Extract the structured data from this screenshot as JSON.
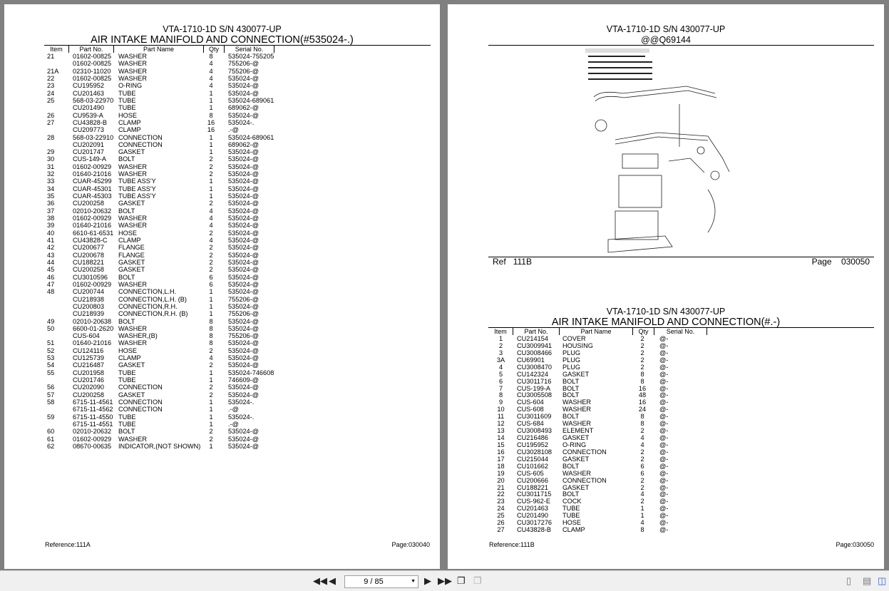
{
  "left_page": {
    "title": "VTA-1710-1D S/N 430077-UP",
    "subtitle": "AIR INTAKE MANIFOLD AND CONNECTION(#535024-.)",
    "columns": [
      "Item",
      "Part No.",
      "Part Name",
      "Qty",
      "Serial No."
    ],
    "rows": [
      [
        "21",
        "01602-00825",
        "WASHER",
        "8",
        "535024-755205"
      ],
      [
        "",
        "01602-00825",
        "WASHER",
        "4",
        "755206-@"
      ],
      [
        "21A",
        "02310-11020",
        "WASHER",
        "4",
        "755206-@"
      ],
      [
        "22",
        "01602-00825",
        "WASHER",
        "4",
        "535024-@"
      ],
      [
        "23",
        "CU195952",
        "O-RING",
        "4",
        "535024-@"
      ],
      [
        "24",
        "CU201463",
        "TUBE",
        "1",
        "535024-@"
      ],
      [
        "25",
        "568-03-22970",
        "TUBE",
        "1",
        "535024-689061"
      ],
      [
        "",
        "CU201490",
        "TUBE",
        "1",
        "689062-@"
      ],
      [
        "26",
        "CU9539-A",
        "HOSE",
        "8",
        "535024-@"
      ],
      [
        "27",
        "CU43828-B",
        "CLAMP",
        "16",
        "535024-."
      ],
      [
        "",
        "CU209773",
        "CLAMP",
        "16",
        ".-@"
      ],
      [
        "28",
        "568-03-22910",
        "CONNECTION",
        "1",
        "535024-689061"
      ],
      [
        "",
        "CU202091",
        "CONNECTION",
        "1",
        "689062-@"
      ],
      [
        "29",
        "CU201747",
        "GASKET",
        "1",
        "535024-@"
      ],
      [
        "30",
        "CUS-149-A",
        "BOLT",
        "2",
        "535024-@"
      ],
      [
        "31",
        "01602-00929",
        "WASHER",
        "2",
        "535024-@"
      ],
      [
        "32",
        "01640-21016",
        "WASHER",
        "2",
        "535024-@"
      ],
      [
        "33",
        "CUAR-45299",
        "TUBE ASS'Y",
        "1",
        "535024-@"
      ],
      [
        "34",
        "CUAR-45301",
        "TUBE ASS'Y",
        "1",
        "535024-@"
      ],
      [
        "35",
        "CUAR-45303",
        "TUBE ASS'Y",
        "1",
        "535024-@"
      ],
      [
        "36",
        "CU200258",
        "GASKET",
        "2",
        "535024-@"
      ],
      [
        "37",
        "02010-20632",
        "BOLT",
        "4",
        "535024-@"
      ],
      [
        "38",
        "01602-00929",
        "WASHER",
        "4",
        "535024-@"
      ],
      [
        "39",
        "01640-21016",
        "WASHER",
        "4",
        "535024-@"
      ],
      [
        "40",
        "6610-61-6531",
        "HOSE",
        "2",
        "535024-@"
      ],
      [
        "41",
        "CU43828-C",
        "CLAMP",
        "4",
        "535024-@"
      ],
      [
        "42",
        "CU200677",
        "FLANGE",
        "2",
        "535024-@"
      ],
      [
        "43",
        "CU200678",
        "FLANGE",
        "2",
        "535024-@"
      ],
      [
        "44",
        "CU188221",
        "GASKET",
        "2",
        "535024-@"
      ],
      [
        "45",
        "CU200258",
        "GASKET",
        "2",
        "535024-@"
      ],
      [
        "46",
        "CU3010596",
        "BOLT",
        "6",
        "535024-@"
      ],
      [
        "47",
        "01602-00929",
        "WASHER",
        "6",
        "535024-@"
      ],
      [
        "48",
        "CU200744",
        "CONNECTION,L.H.",
        "1",
        "535024-@"
      ],
      [
        "",
        "CU218938",
        "CONNECTION,L.H. (B)",
        "1",
        "755206-@"
      ],
      [
        "",
        "CU200803",
        "CONNECTION,R.H.",
        "1",
        "535024-@"
      ],
      [
        "",
        "CU218939",
        "CONNECTION,R.H. (B)",
        "1",
        "755206-@"
      ],
      [
        "49",
        "02010-20638",
        "BOLT",
        "8",
        "535024-@"
      ],
      [
        "50",
        "6600-01-2620",
        "WASHER",
        "8",
        "535024-@"
      ],
      [
        "",
        "CUS-604",
        "WASHER,(B)",
        "8",
        "755206-@"
      ],
      [
        "51",
        "01640-21016",
        "WASHER",
        "8",
        "535024-@"
      ],
      [
        "52",
        "CU124116",
        "HOSE",
        "2",
        "535024-@"
      ],
      [
        "53",
        "CU125739",
        "CLAMP",
        "4",
        "535024-@"
      ],
      [
        "54",
        "CU216487",
        "GASKET",
        "2",
        "535024-@"
      ],
      [
        "55",
        "CU201958",
        "TUBE",
        "1",
        "535024-746608"
      ],
      [
        "",
        "CU201746",
        "TUBE",
        "1",
        "746609-@"
      ],
      [
        "56",
        "CU202090",
        "CONNECTION",
        "2",
        "535024-@"
      ],
      [
        "57",
        "CU200258",
        "GASKET",
        "2",
        "535024-@"
      ],
      [
        "58",
        "6715-11-4561",
        "CONNECTION",
        "1",
        "535024-."
      ],
      [
        "",
        "6715-11-4562",
        "CONNECTION",
        "1",
        ".-@"
      ],
      [
        "59",
        "6715-11-4550",
        "TUBE",
        "1",
        "535024-."
      ],
      [
        "",
        "6715-11-4551",
        "TUBE",
        "1",
        ".-@"
      ],
      [
        "60",
        "02010-20632",
        "BOLT",
        "2",
        "535024-@"
      ],
      [
        "61",
        "01602-00929",
        "WASHER",
        "2",
        "535024-@"
      ],
      [
        "62",
        "08670-00635",
        "INDICATOR,(NOT SHOWN)",
        "1",
        "535024-@"
      ]
    ],
    "reference": "Reference:111A",
    "page": "Page:030040"
  },
  "right_page": {
    "top_title": "VTA-1710-1D S/N 430077-UP",
    "top_subtitle": "@@Q69144",
    "figure_ref_label": "Ref",
    "figure_ref": "111B",
    "figure_page_label": "Page",
    "figure_page": "030050",
    "title": "VTA-1710-1D S/N 430077-UP",
    "subtitle": "AIR INTAKE MANIFOLD AND CONNECTION(#.-)",
    "columns": [
      "Item",
      "Part No.",
      "Part Name",
      "Qty",
      "Serial No."
    ],
    "rows": [
      [
        "1",
        "CU214154",
        "COVER",
        "2",
        "@-"
      ],
      [
        "2",
        "CU3009941",
        "HOUSING",
        "2",
        "@-"
      ],
      [
        "3",
        "CU3008466",
        "PLUG",
        "2",
        "@-"
      ],
      [
        "3A",
        "CU69901",
        "PLUG",
        "2",
        "@-"
      ],
      [
        "4",
        "CU3008470",
        "PLUG",
        "2",
        "@-"
      ],
      [
        "5",
        "CU142324",
        "GASKET",
        "8",
        "@-"
      ],
      [
        "6",
        "CU3011716",
        "BOLT",
        "8",
        "@-"
      ],
      [
        "7",
        "CUS-199-A",
        "BOLT",
        "16",
        "@-"
      ],
      [
        "8",
        "CU3005508",
        "BOLT",
        "48",
        "@-"
      ],
      [
        "9",
        "CUS-604",
        "WASHER",
        "16",
        "@-"
      ],
      [
        "10",
        "CUS-608",
        "WASHER",
        "24",
        "@-"
      ],
      [
        "11",
        "CU3011609",
        "BOLT",
        "8",
        "@-"
      ],
      [
        "12",
        "CUS-684",
        "WASHER",
        "8",
        "@-"
      ],
      [
        "13",
        "CU3008493",
        "ELEMENT",
        "2",
        "@-"
      ],
      [
        "14",
        "CU216486",
        "GASKET",
        "4",
        "@-"
      ],
      [
        "15",
        "CU195952",
        "O-RING",
        "4",
        "@-"
      ],
      [
        "16",
        "CU3028108",
        "CONNECTION",
        "2",
        "@-"
      ],
      [
        "17",
        "CU215044",
        "GASKET",
        "2",
        "@-"
      ],
      [
        "18",
        "CU101662",
        "BOLT",
        "6",
        "@-"
      ],
      [
        "19",
        "CUS-605",
        "WASHER",
        "6",
        "@-"
      ],
      [
        "20",
        "CU200666",
        "CONNECTION",
        "2",
        "@-"
      ],
      [
        "21",
        "CU188221",
        "GASKET",
        "2",
        "@-"
      ],
      [
        "22",
        "CU3011715",
        "BOLT",
        "4",
        "@-"
      ],
      [
        "23",
        "CUS-962-E",
        "COCK",
        "2",
        "@-"
      ],
      [
        "24",
        "CU201463",
        "TUBE",
        "1",
        "@-"
      ],
      [
        "25",
        "CU201490",
        "TUBE",
        "1",
        "@-"
      ],
      [
        "26",
        "CU3017276",
        "HOSE",
        "4",
        "@-"
      ],
      [
        "27",
        "CU43828-B",
        "CLAMP",
        "8",
        "@-"
      ]
    ],
    "reference": "Reference:111B",
    "page": "Page:030050"
  },
  "toolbar": {
    "page_indicator": "9 / 85",
    "icons": [
      "first-page-icon",
      "prev-page-icon",
      "next-page-icon",
      "last-page-icon",
      "go-back-icon",
      "go-forward-icon",
      "single-page-icon",
      "continuous-icon",
      "facing-pages-icon"
    ]
  }
}
